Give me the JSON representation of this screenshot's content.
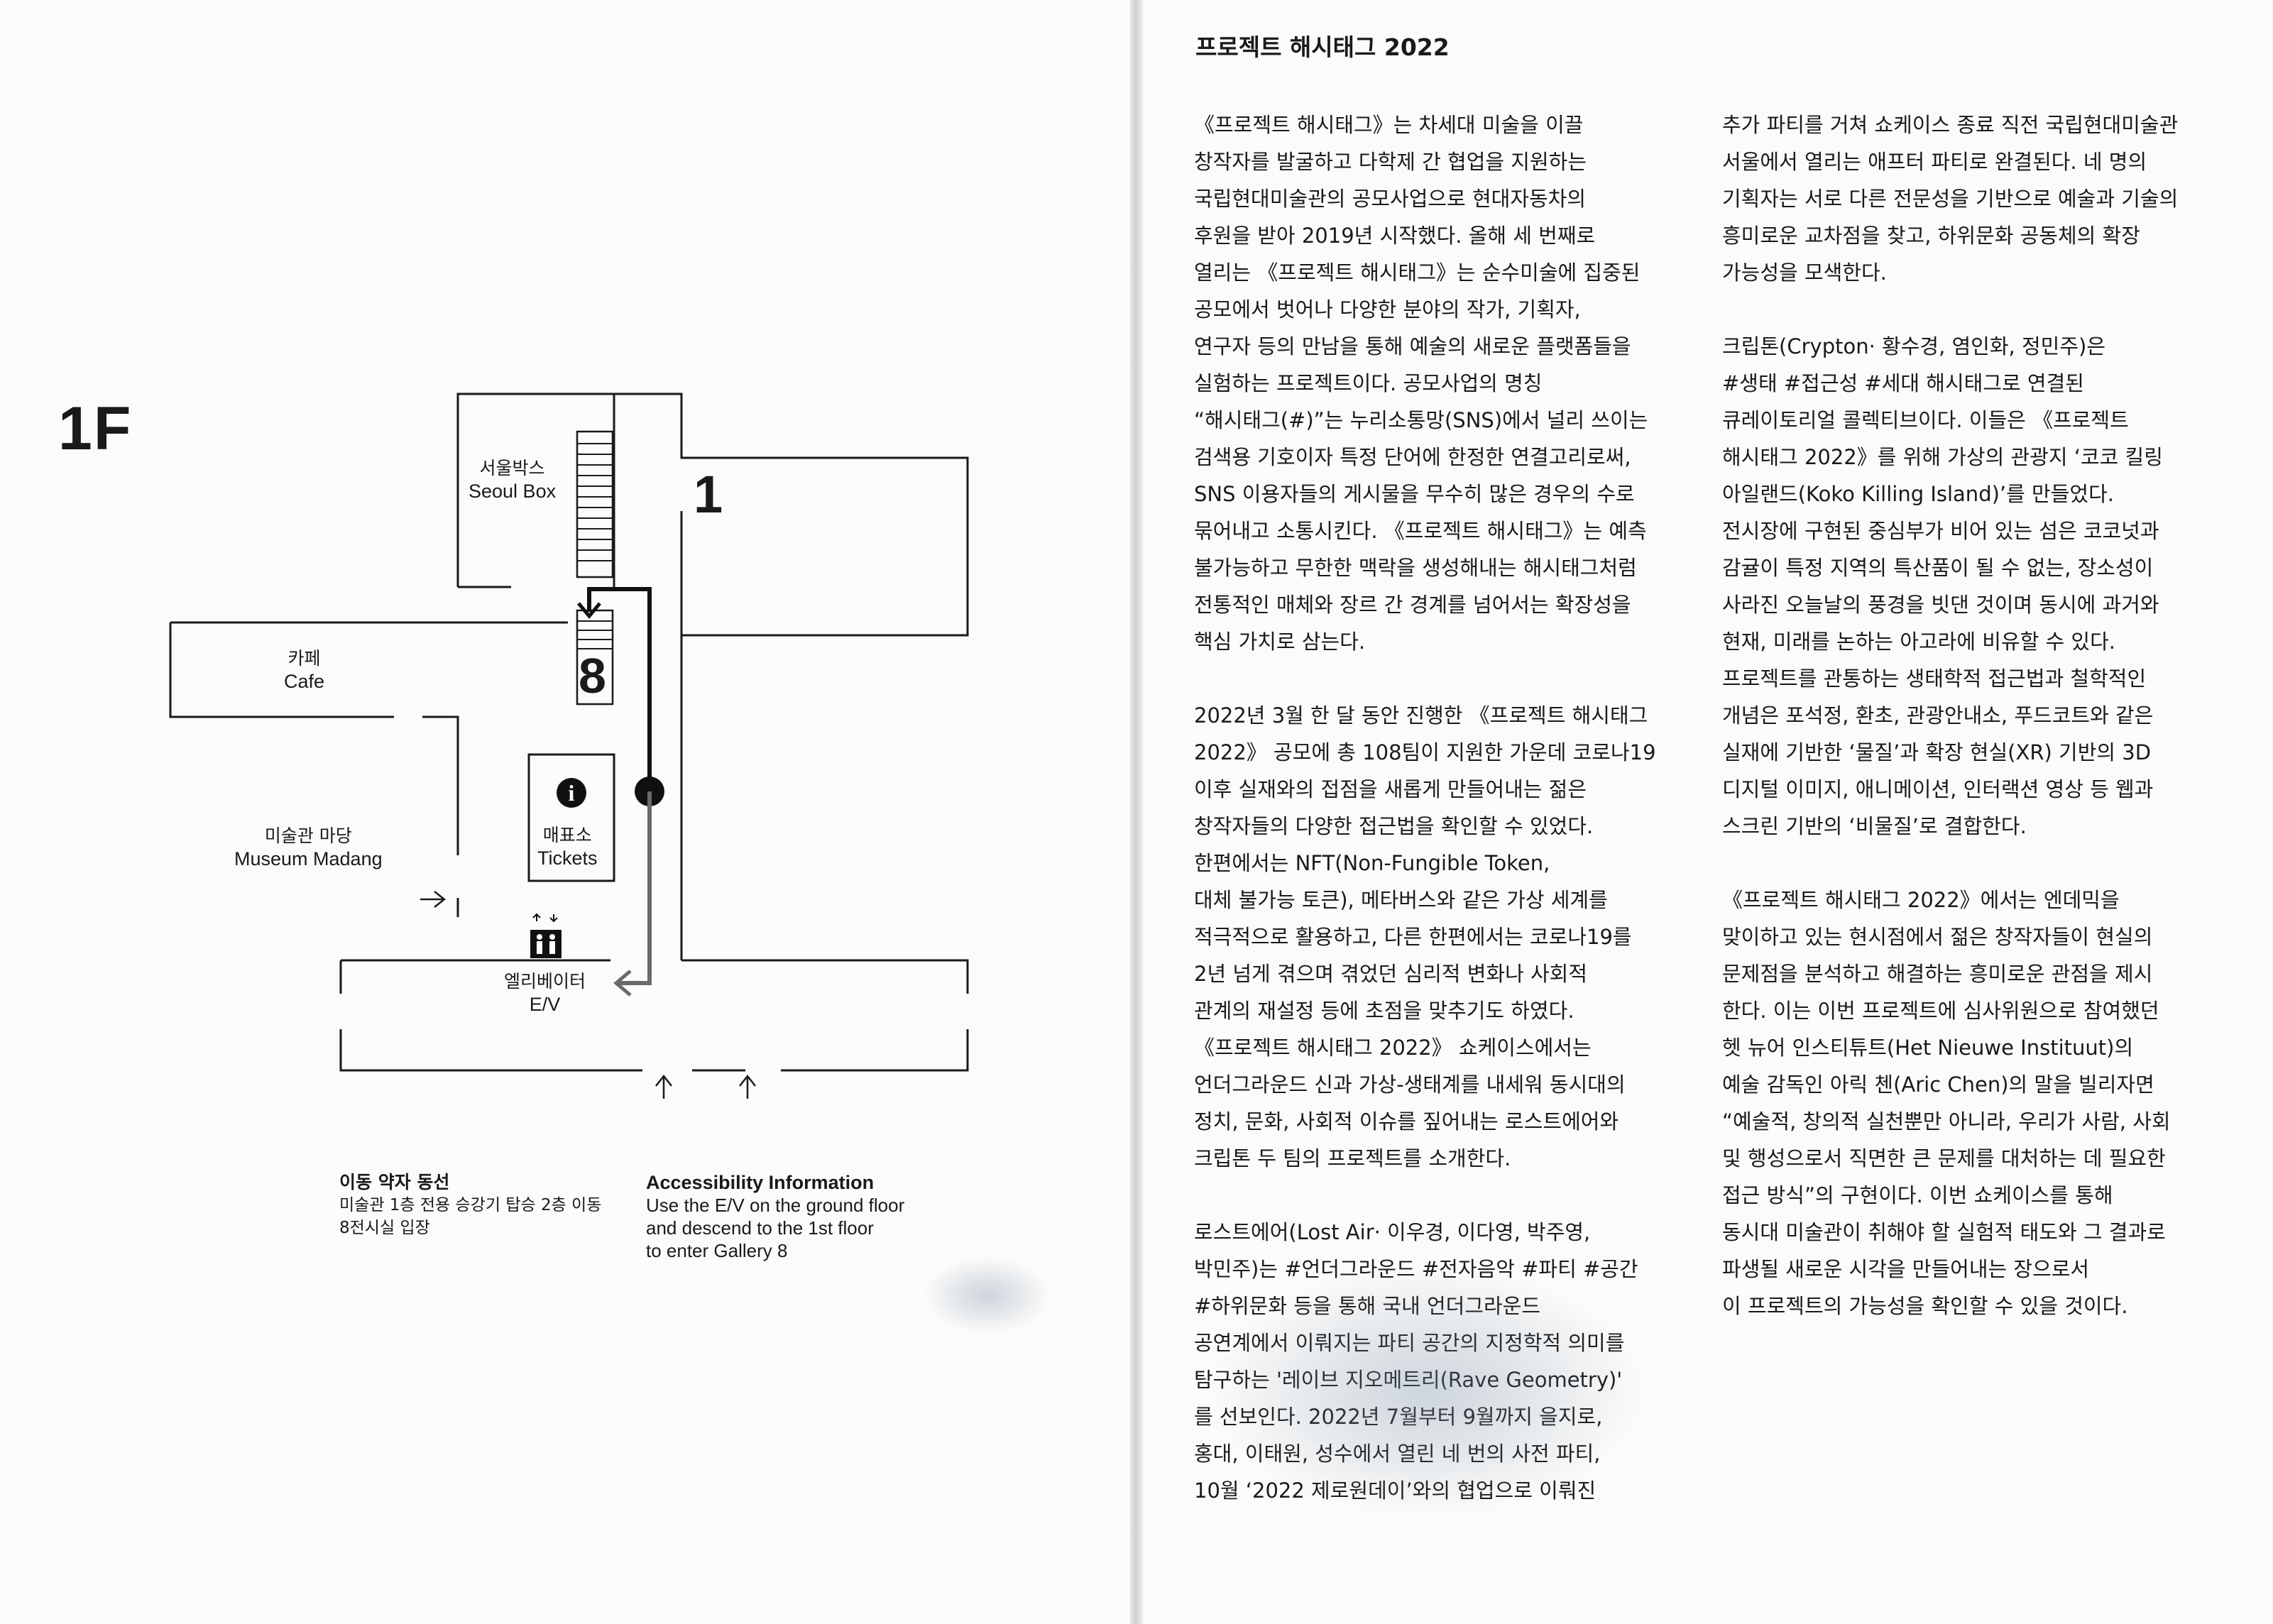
{
  "left_page": {
    "floor_label": "1F",
    "map": {
      "seoul_box": {
        "ko": "서울박스",
        "en": "Seoul Box"
      },
      "cafe": {
        "ko": "카페",
        "en": "Cafe"
      },
      "madang": {
        "ko": "미술관 마당",
        "en": "Museum Madang"
      },
      "tickets": {
        "ko": "매표소",
        "en": "Tickets"
      },
      "elevator": {
        "ko": "엘리베이터",
        "en": "E/V"
      },
      "zone_1": "1",
      "zone_8": "8",
      "info_glyph": "i"
    },
    "accessibility_ko": {
      "title": "이동 약자 동선",
      "lines": [
        "미술관 1층 전용 승강기 탑승 2층 이동",
        "8전시실 입장"
      ]
    },
    "accessibility_en": {
      "title": "Accessibility Information",
      "lines": [
        "Use the E/V on the ground floor",
        "and descend to the 1st floor",
        "to enter Gallery 8"
      ]
    }
  },
  "right_page": {
    "title": "프로젝트 해시태그 2022",
    "column_1": [
      "《프로젝트 해시태그》는 차세대 미술을 이끌\n창작자를 발굴하고 다학제 간 협업을 지원하는\n국립현대미술관의 공모사업으로 현대자동차의\n후원을 받아 2019년 시작했다. 올해 세 번째로\n열리는 《프로젝트 해시태그》는 순수미술에 집중된\n공모에서 벗어나 다양한 분야의 작가, 기획자,\n연구자 등의 만남을 통해 예술의 새로운 플랫폼들을\n실험하는 프로젝트이다. 공모사업의 명칭\n“해시태그(#)”는 누리소통망(SNS)에서 널리 쓰이는\n검색용 기호이자 특정 단어에 한정한 연결고리로써,\nSNS 이용자들의 게시물을 무수히 많은 경우의 수로\n묶어내고 소통시킨다. 《프로젝트 해시태그》는 예측\n불가능하고 무한한 맥락을 생성해내는 해시태그처럼\n전통적인 매체와 장르 간 경계를 넘어서는 확장성을\n핵심 가치로 삼는다.",
      "2022년 3월 한 달 동안 진행한 《프로젝트 해시태그\n2022》 공모에 총 108팀이 지원한 가운데 코로나19\n이후 실재와의 접점을 새롭게 만들어내는 젊은\n창작자들의 다양한 접근법을 확인할 수 있었다.\n한편에서는 NFT(Non-Fungible Token,\n대체 불가능 토큰), 메타버스와 같은 가상 세계를\n적극적으로 활용하고, 다른 한편에서는 코로나19를\n2년 넘게 겪으며 겪었던 심리적 변화나 사회적\n관계의 재설정 등에 초점을 맞추기도 하였다.\n《프로젝트 해시태그 2022》 쇼케이스에서는\n언더그라운드 신과 가상-생태계를 내세워 동시대의\n정치, 문화, 사회적 이슈를 짚어내는 로스트에어와\n크립톤 두 팀의 프로젝트를 소개한다.",
      "로스트에어(Lost Air· 이우경, 이다영, 박주영,\n박민주)는 #언더그라운드 #전자음악 #파티 #공간\n#하위문화 등을 통해 국내 언더그라운드\n공연계에서 이뤄지는 파티 공간의 지정학적 의미를\n탐구하는 '레이브 지오메트리(Rave Geometry)'\n를 선보인다. 2022년 7월부터 9월까지 을지로,\n홍대, 이태원, 성수에서 열린 네 번의 사전 파티,\n10월 ‘2022 제로원데이’와의 협업으로 이뤄진"
    ],
    "column_2": [
      "추가 파티를 거쳐 쇼케이스 종료 직전 국립현대미술관\n서울에서 열리는 애프터 파티로 완결된다. 네 명의\n기획자는 서로 다른 전문성을 기반으로 예술과 기술의\n흥미로운 교차점을 찾고, 하위문화 공동체의 확장\n가능성을 모색한다.",
      "크립톤(Crypton· 황수경, 염인화, 정민주)은\n#생태 #접근성 #세대 해시태그로 연결된\n큐레이토리얼 콜렉티브이다. 이들은 《프로젝트\n해시태그 2022》를 위해 가상의 관광지 ‘코코 킬링\n아일랜드(Koko Killing Island)’를 만들었다.\n전시장에 구현된 중심부가 비어 있는 섬은 코코넛과\n감귤이 특정 지역의 특산품이 될 수 없는, 장소성이\n사라진 오늘날의 풍경을 빗댄 것이며 동시에 과거와\n현재, 미래를 논하는 아고라에 비유할 수 있다.\n프로젝트를 관통하는 생태학적 접근법과 철학적인\n개념은 포석정, 환초, 관광안내소, 푸드코트와 같은\n실재에 기반한 ‘물질’과 확장 현실(XR) 기반의 3D\n디지털 이미지, 애니메이션, 인터랙션 영상 등 웹과\n스크린 기반의 ‘비물질’로 결합한다.",
      "《프로젝트 해시태그 2022》에서는 엔데믹을\n맞이하고 있는 현시점에서 젊은 창작자들이 현실의\n문제점을 분석하고 해결하는 흥미로운 관점을 제시\n한다. 이는 이번 프로젝트에 심사위원으로 참여했던\n헷 뉴어 인스티튜트(Het Nieuwe Instituut)의\n예술 감독인 아릭 첸(Aric Chen)의 말을 빌리자면\n“예술적, 창의적 실천뿐만 아니라, 우리가 사람, 사회\n및 행성으로서 직면한 큰 문제를 대처하는 데 필요한\n접근 방식”의 구현이다. 이번 쇼케이스를 통해\n동시대 미술관이 취해야 할 실험적 태도와 그 결과로\n파생될 새로운 시각을 만들어내는 장으로서\n이 프로젝트의 가능성을 확인할 수 있을 것이다."
    ]
  }
}
